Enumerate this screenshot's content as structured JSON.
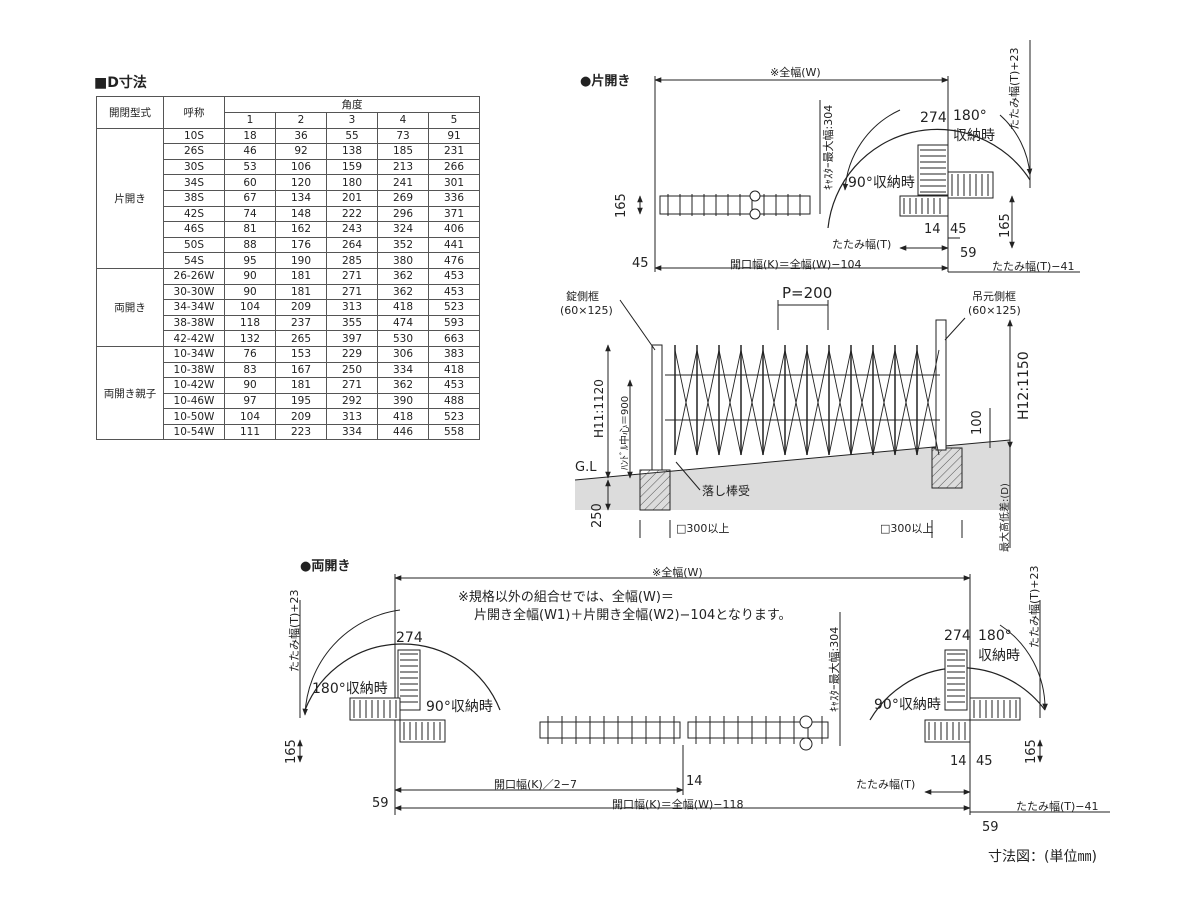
{
  "table": {
    "title": "■D寸法",
    "header": {
      "type": "開閉型式",
      "name": "呼称",
      "angle": "角度",
      "cols": [
        "1",
        "2",
        "3",
        "4",
        "5"
      ]
    },
    "groups": [
      {
        "label": "片開き",
        "rows": [
          {
            "name": "10S",
            "values": [
              "18",
              "36",
              "55",
              "73",
              "91"
            ]
          },
          {
            "name": "26S",
            "values": [
              "46",
              "92",
              "138",
              "185",
              "231"
            ]
          },
          {
            "name": "30S",
            "values": [
              "53",
              "106",
              "159",
              "213",
              "266"
            ]
          },
          {
            "name": "34S",
            "values": [
              "60",
              "120",
              "180",
              "241",
              "301"
            ]
          },
          {
            "name": "38S",
            "values": [
              "67",
              "134",
              "201",
              "269",
              "336"
            ]
          },
          {
            "name": "42S",
            "values": [
              "74",
              "148",
              "222",
              "296",
              "371"
            ]
          },
          {
            "name": "46S",
            "values": [
              "81",
              "162",
              "243",
              "324",
              "406"
            ]
          },
          {
            "name": "50S",
            "values": [
              "88",
              "176",
              "264",
              "352",
              "441"
            ]
          },
          {
            "name": "54S",
            "values": [
              "95",
              "190",
              "285",
              "380",
              "476"
            ]
          }
        ]
      },
      {
        "label": "両開き",
        "rows": [
          {
            "name": "26-26W",
            "values": [
              "90",
              "181",
              "271",
              "362",
              "453"
            ]
          },
          {
            "name": "30-30W",
            "values": [
              "90",
              "181",
              "271",
              "362",
              "453"
            ]
          },
          {
            "name": "34-34W",
            "values": [
              "104",
              "209",
              "313",
              "418",
              "523"
            ]
          },
          {
            "name": "38-38W",
            "values": [
              "118",
              "237",
              "355",
              "474",
              "593"
            ]
          },
          {
            "name": "42-42W",
            "values": [
              "132",
              "265",
              "397",
              "530",
              "663"
            ]
          }
        ]
      },
      {
        "label": "両開き親子",
        "rows": [
          {
            "name": "10-34W",
            "values": [
              "76",
              "153",
              "229",
              "306",
              "383"
            ]
          },
          {
            "name": "10-38W",
            "values": [
              "83",
              "167",
              "250",
              "334",
              "418"
            ]
          },
          {
            "name": "10-42W",
            "values": [
              "90",
              "181",
              "271",
              "362",
              "453"
            ]
          },
          {
            "name": "10-46W",
            "values": [
              "97",
              "195",
              "292",
              "390",
              "488"
            ]
          },
          {
            "name": "10-50W",
            "values": [
              "104",
              "209",
              "313",
              "418",
              "523"
            ]
          },
          {
            "name": "10-54W",
            "values": [
              "111",
              "223",
              "334",
              "446",
              "558"
            ]
          }
        ]
      }
    ]
  },
  "single": {
    "title": "●片開き",
    "overall": "※全幅(W)",
    "fold_plus": "たたみ幅(T)+23",
    "caster": "ｷｬｽﾀｰ最大幅:304",
    "d274": "274",
    "deg180": "180°",
    "stow180": "収納時",
    "stow90": "90°収納時",
    "d165a": "165",
    "d165b": "165",
    "d14": "14",
    "d45": "45",
    "fold": "たたみ幅(T)",
    "d45b": "45",
    "opening": "開口幅(K)＝全幅(W)−104",
    "d59": "59",
    "fold_minus": "たたみ幅(T)−41"
  },
  "elevation": {
    "lock_frame": "錠側框",
    "lock_size": "(60×125)",
    "hinge_frame": "吊元側框",
    "hinge_size": "(60×125)",
    "pitch": "P=200",
    "h11": "H11:1120",
    "handle": "ﾊﾝﾄﾞﾙ中心＝900",
    "h12": "H12:1150",
    "d100": "100",
    "gl": "G.L",
    "drop": "落し棒受",
    "d250": "250",
    "base1": "□300以上",
    "base2": "□300以上",
    "max_diff": "最大高低差:(D)"
  },
  "double": {
    "title": "●両開き",
    "overall": "※全幅(W)",
    "note1": "※規格以外の組合せでは、全幅(W)＝",
    "note2": "片開き全幅(W1)＋片開き全幅(W2)−104となります。",
    "fold_plus_l": "たたみ幅(T)+23",
    "fold_plus_r": "たたみ幅(T)+23",
    "caster": "ｷｬｽﾀｰ最大幅:304",
    "d274l": "274",
    "d274r": "274",
    "stow180_l": "180°収納時",
    "stow90_l": "90°収納時",
    "deg180_r": "180°",
    "stow180_r": "収納時",
    "stow90_r": "90°収納時",
    "d165l": "165",
    "d165r": "165",
    "half_open": "開口幅(K)／2−7",
    "d14": "14",
    "d14r": "14",
    "d45r": "45",
    "fold_r": "たたみ幅(T)",
    "d59l": "59",
    "opening": "開口幅(K)＝全幅(W)−118",
    "fold_minus": "たたみ幅(T)−41",
    "d59r": "59"
  },
  "footer": "寸法図：(単位㎜)"
}
